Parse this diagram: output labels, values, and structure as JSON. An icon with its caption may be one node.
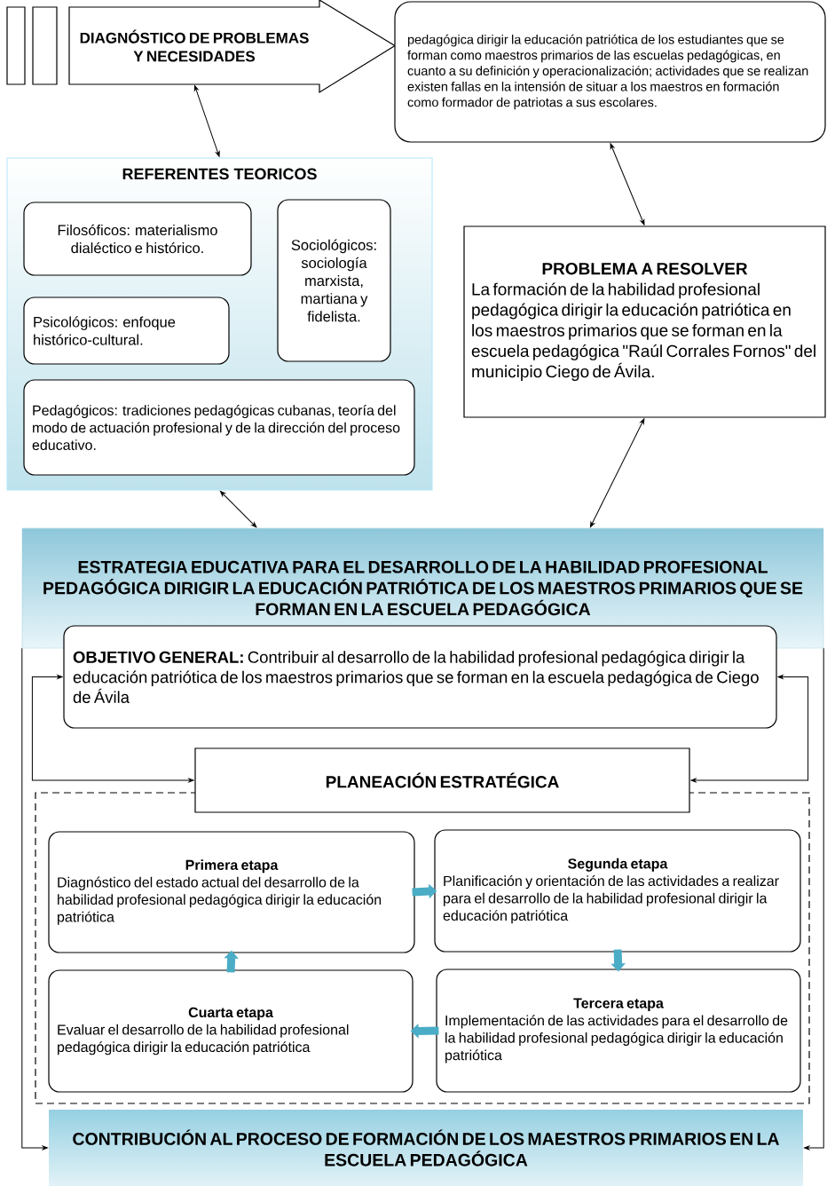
{
  "diagram": {
    "nodes": [
      {
        "text": [],
        "shape": "bar"
      },
      {
        "text": [],
        "shape": "bar"
      },
      {
        "text": [
          "DIAGNÓSTICO DE PROBLEMAS Y NECESIDADES"
        ]
      },
      {
        "text": [
          "pedagógica dirigir la educación patriótica de los estudiantes que se forman como maestros primarios de las escuelas pedagógicas, en cuanto a su definición y operacionalización; actividades que se realizan existen fallas en la intensión de situar a los maestros en formación como formador de patriotas a sus escolares."
        ]
      },
      {
        "text": [
          "REFERENTES TEORICOS"
        ]
      },
      {
        "text": [
          "Filosóficos: materialismo dialéctico e histórico."
        ],
        "in": 4
      },
      {
        "text": [
          "Sociológicos: sociología marxista, martiana y fidelista."
        ],
        "in": 4
      },
      {
        "text": [
          "Psicológicos: enfoque histórico-cultural."
        ],
        "in": 4
      },
      {
        "text": [
          "Pedagógicos: tradiciones pedagógicas cubanas, teoría del modo de actuación profesional y de la dirección del proceso educativo."
        ],
        "in": 4
      },
      {
        "text": [
          "PROBLEMA A RESOLVER",
          "La formación de la habilidad profesional pedagógica dirigir la educación patriótica en los maestros primarios que se forman en la escuela pedagógica \"Raúl Corrales Fornos\" del municipio Ciego de Ávila."
        ]
      },
      {
        "text": [
          "ESTRATEGIA EDUCATIVA PARA EL DESARROLLO DE LA HABILIDAD PROFESIONAL PEDAGÓGICA DIRIGIR LA EDUCACIÓN PATRIÓTICA DE LOS MAESTROS PRIMARIOS QUE SE FORMAN EN LA ESCUELA PEDAGÓGICA"
        ]
      },
      {
        "text": [
          "**OBJETIVO GENERAL:** Contribuir al desarrollo de la habilidad profesional pedagógica dirigir la educación patriótica de los maestros primarios que se forman en la escuela pedagógica de Ciego de Ávila"
        ]
      },
      {
        "text": [
          "PLANEACIÓN ESTRATÉGICA"
        ]
      },
      {
        "text": [],
        "shape": "box"
      },
      {
        "text": [
          "Primera etapa",
          "Diagnóstico del estado actual del desarrollo de la habilidad profesional pedagógica dirigir la educación patriótica"
        ],
        "in": 13
      },
      {
        "text": [
          "Segunda etapa",
          "Planificación y orientación de las actividades a realizar para el desarrollo de la habilidad profesional dirigir la educación patriótica"
        ],
        "in": 13
      },
      {
        "text": [
          "Cuarta etapa",
          "Evaluar el desarrollo de la habilidad profesional pedagógica dirigir la educación patriótica"
        ],
        "in": 13
      },
      {
        "text": [
          "Tercera etapa",
          "Implementación de las actividades para el desarrollo de la habilidad profesional pedagógica dirigir la educación patriótica"
        ],
        "in": 13
      },
      {
        "text": [
          "CONTRIBUCIÓN AL PROCESO DE FORMACIÓN DE LOS MAESTROS PRIMARIOS EN LA ESCUELA PEDAGÓGICA"
        ]
      }
    ],
    "edges": [
      {
        "from": 2,
        "to": 4,
        "arrow": "both"
      },
      {
        "from": 3,
        "to": 9,
        "arrow": "both"
      },
      {
        "from": 4,
        "to": 10,
        "arrow": "both"
      },
      {
        "from": 9,
        "to": 10,
        "arrow": "both"
      },
      {
        "from": 11,
        "to": 12,
        "arrow": "both"
      },
      {
        "from": 11,
        "to": 12,
        "arrow": "both"
      },
      {
        "from": 10,
        "to": 18,
        "arrow": "to"
      },
      {
        "from": 10,
        "to": 18,
        "arrow": "to"
      },
      {
        "from": 14,
        "to": 15,
        "arrow": "to",
        "style": "thick",
        "color": "#4bacc6"
      },
      {
        "from": 15,
        "to": 17,
        "arrow": "to",
        "style": "thick",
        "color": "#4bacc6"
      },
      {
        "from": 17,
        "to": 16,
        "arrow": "to",
        "style": "thick",
        "color": "#4bacc6"
      },
      {
        "from": 16,
        "to": 14,
        "arrow": "to",
        "style": "thick",
        "color": "#4bacc6"
      }
    ]
  }
}
